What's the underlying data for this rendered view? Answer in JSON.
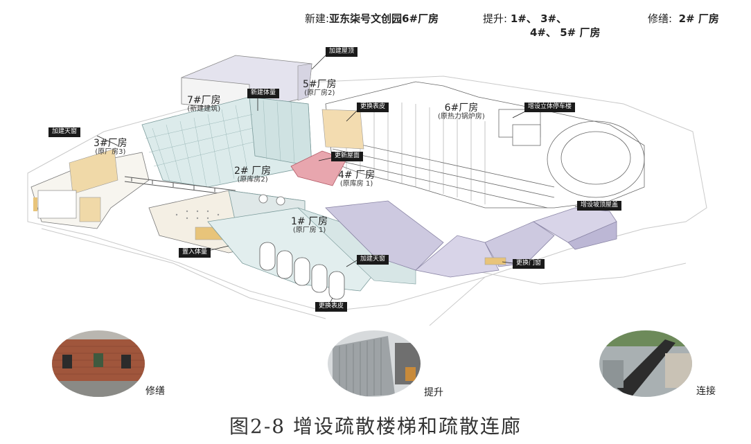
{
  "header": {
    "new_prefix": "新建:",
    "new_value": "亚东柒号文创园6#厂房",
    "upgrade_prefix": "提升:",
    "upgrade_line1": "1#、 3#、",
    "upgrade_line2": "4#、 5# 厂房",
    "repair_prefix": "修缮:",
    "repair_value": "2# 厂房"
  },
  "buildings": {
    "b7": {
      "name": "7#厂房",
      "sub": "(新建建筑)"
    },
    "b5": {
      "name": "5#厂房",
      "sub": "(原厂房2)"
    },
    "b6": {
      "name": "6#厂房",
      "sub": "(原热力锅炉房)"
    },
    "b3": {
      "name": "3#厂房",
      "sub": "(原厂房3)"
    },
    "b2": {
      "name": "2# 厂房",
      "sub": "(原库房2)"
    },
    "b4": {
      "name": "4# 厂房",
      "sub": "(原库房 1)"
    },
    "b1": {
      "name": "1# 厂房",
      "sub": "(原厂房 1)"
    }
  },
  "tags": {
    "add_roof": "加建屋顶",
    "new_volume": "新建体量",
    "change_skin_top": "更换表皮",
    "add_parking": "增设立体停车楼",
    "add_skylight_left": "加建天窗",
    "renew_roof": "更新屋面",
    "add_slope_roof": "增设坡顶屋盖",
    "insert_volume": "置入体量",
    "add_skylight_center": "加建天窗",
    "change_doors": "更换门窗",
    "change_skin_bottom": "更换表皮"
  },
  "bottom": {
    "repair_label": "修缮",
    "upgrade_label": "提升",
    "connect_label": "连接"
  },
  "figure_title": "图2-8  增设疏散楼梯和疏散连廊"
}
